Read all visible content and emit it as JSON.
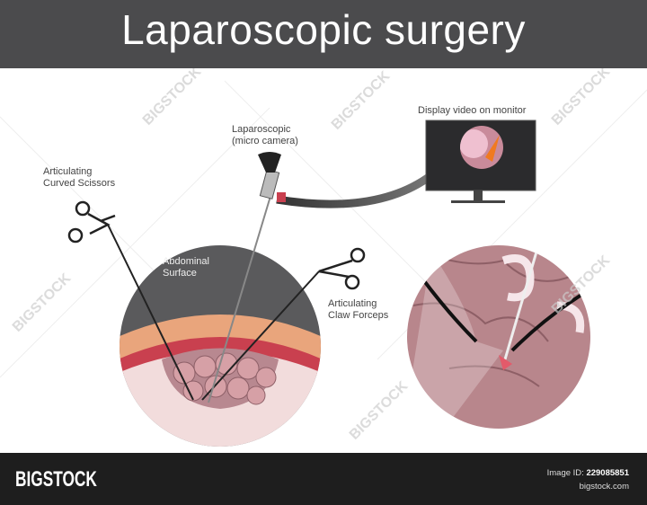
{
  "header": {
    "title": "Laparoscopic surgery"
  },
  "labels": {
    "scissors": [
      "Articulating",
      "Curved Scissors"
    ],
    "camera": [
      "Laparoscopic",
      "(micro camera)"
    ],
    "monitor": "Display video on monitor",
    "abdomen": [
      "Abdominal",
      "Surface"
    ],
    "forceps": [
      "Articulating",
      "Claw Forceps"
    ]
  },
  "watermark": "BIGSTOCK",
  "footer": {
    "brand": "BIGSTOCK",
    "image_id_label": "Image ID:",
    "image_id": "229085851",
    "site": "bigstock.com"
  },
  "colors": {
    "title_bar": "#4b4b4d",
    "footer": "#1e1e1e",
    "cavity": "#5a5a5c",
    "fat": "#e9a57c",
    "tissue": "#d6a0a6"
  }
}
